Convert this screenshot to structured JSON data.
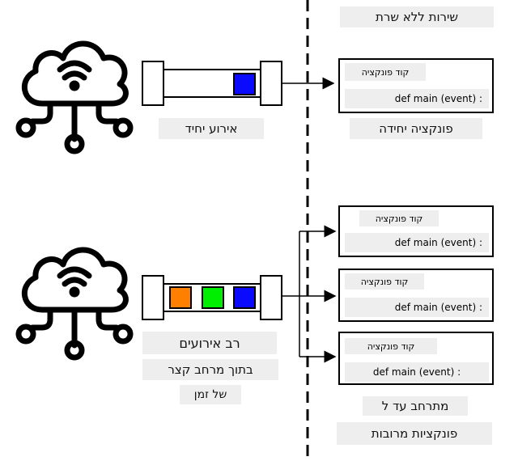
{
  "header": {
    "title": "שירות ללא שרת"
  },
  "single": {
    "event_label": "אירוע יחיד",
    "function_label": "פונקציה יחידה",
    "fn": {
      "title": "קוד פונקציה",
      "code": "def main (event) :"
    },
    "queue_colors": [
      "#0a0aff"
    ]
  },
  "multi": {
    "label_line1": "רב אירועים",
    "label_line2": "בתוך מרחב קצר",
    "label_line3": "של זמן",
    "scale_line1": "מתרחב עד ל",
    "scale_line2": "פונקציות מרובות",
    "queue_colors": [
      "#ff8000",
      "#00ee00",
      "#0a0aff"
    ],
    "functions": [
      {
        "title": "קוד פונקציה",
        "code": "def main (event) :"
      },
      {
        "title": "קוד פונקציה",
        "code": "def main (event) :"
      },
      {
        "title": "קוד פונקציה",
        "code": "def main (event) :"
      }
    ]
  },
  "icons": [
    "cloud-network-icon",
    "cloud-network-icon"
  ]
}
